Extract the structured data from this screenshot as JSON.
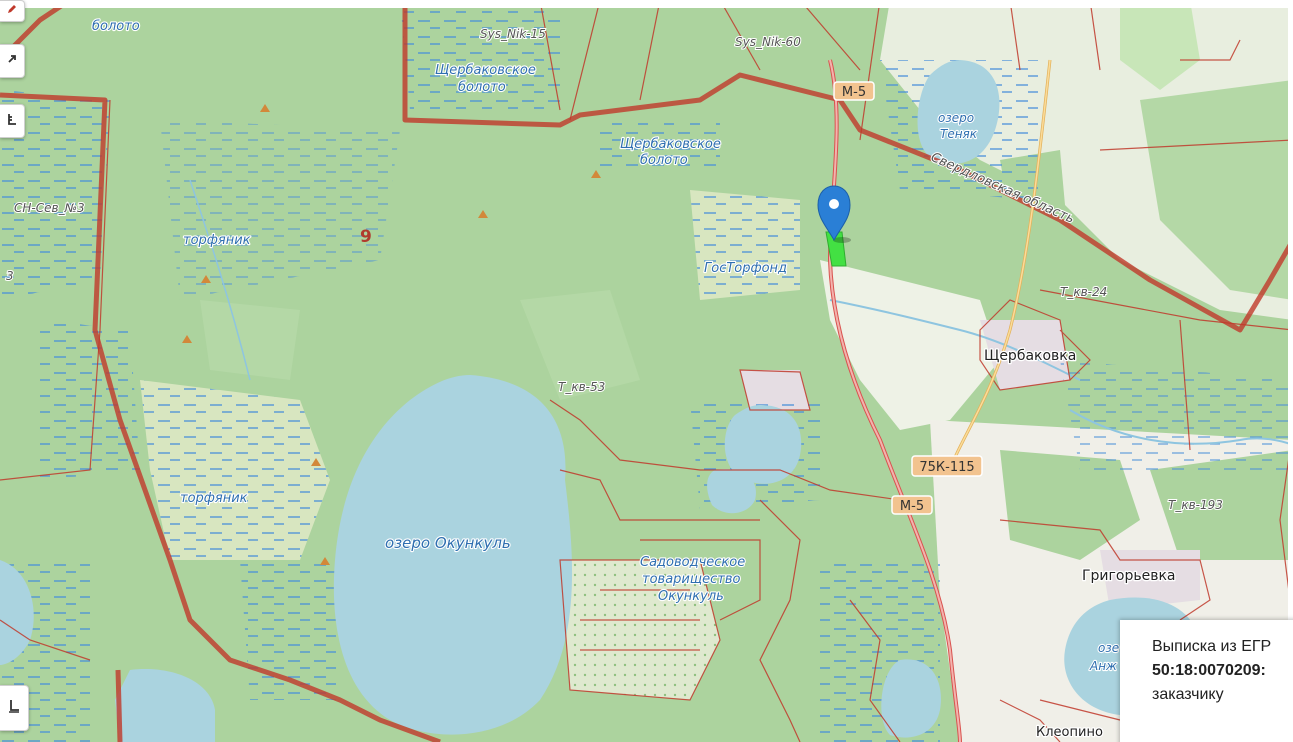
{
  "map": {
    "colors": {
      "forest": "#acd39e",
      "forest_dark": "#9cc78f",
      "water": "#aad3df",
      "open": "#f2efe9",
      "wetland": "#d8e6c0",
      "boundary": "#c0392b",
      "road": "#e8a4a0",
      "highlight": "#43e043",
      "marker": "#2a7fd6"
    },
    "labels": {
      "bolota_top": "болото",
      "sys_nik_15": "Sys_Nik-15",
      "sys_nik_60": "Sys_Nik-60",
      "shcherbakovskoe_1": "Щербаковское",
      "bolota_1": "болото",
      "shcherbakovskoe_2": "Щербаковское",
      "bolota_2": "болото",
      "lake_tenyak_1": "озеро",
      "lake_tenyak_2": "Теняк",
      "sverdlovsk": "Свердловская область",
      "sn_sev": "СН-Сев_№3",
      "torfyanik_1": "торфяник",
      "torfyanik_2": "торфяник",
      "num_9": "9",
      "gostorfond": "ГосТорфонд",
      "t_kv_24": "Т_кв-24",
      "shcherbakovka": "Щербаковка",
      "t_kv_53": "Т_кв-53",
      "lake_okunkul": "озеро Окункуль",
      "sad_1": "Садоводческое",
      "sad_2": "товарищество",
      "sad_3": "Окункуль",
      "t_kv_193": "Т_кв-193",
      "grigorevka": "Григорьевка",
      "lake_anzh_1": "озе",
      "lake_anzh_2": "Анж",
      "kleopino": "Клеопино",
      "edge_3": "3"
    },
    "road_shields": {
      "m5_top": "М-5",
      "k115": "75К-115",
      "m5_bottom": "М-5"
    }
  },
  "controls": {
    "top_icon": "pencil-icon",
    "expand_icon": "expand-icon",
    "measure_icon": "measure-icon",
    "bottom_icon": "layers-icon"
  },
  "info_panel": {
    "line1": "Выписка из ЕГР",
    "line2": "50:18:0070209:",
    "line3": "заказчику"
  }
}
